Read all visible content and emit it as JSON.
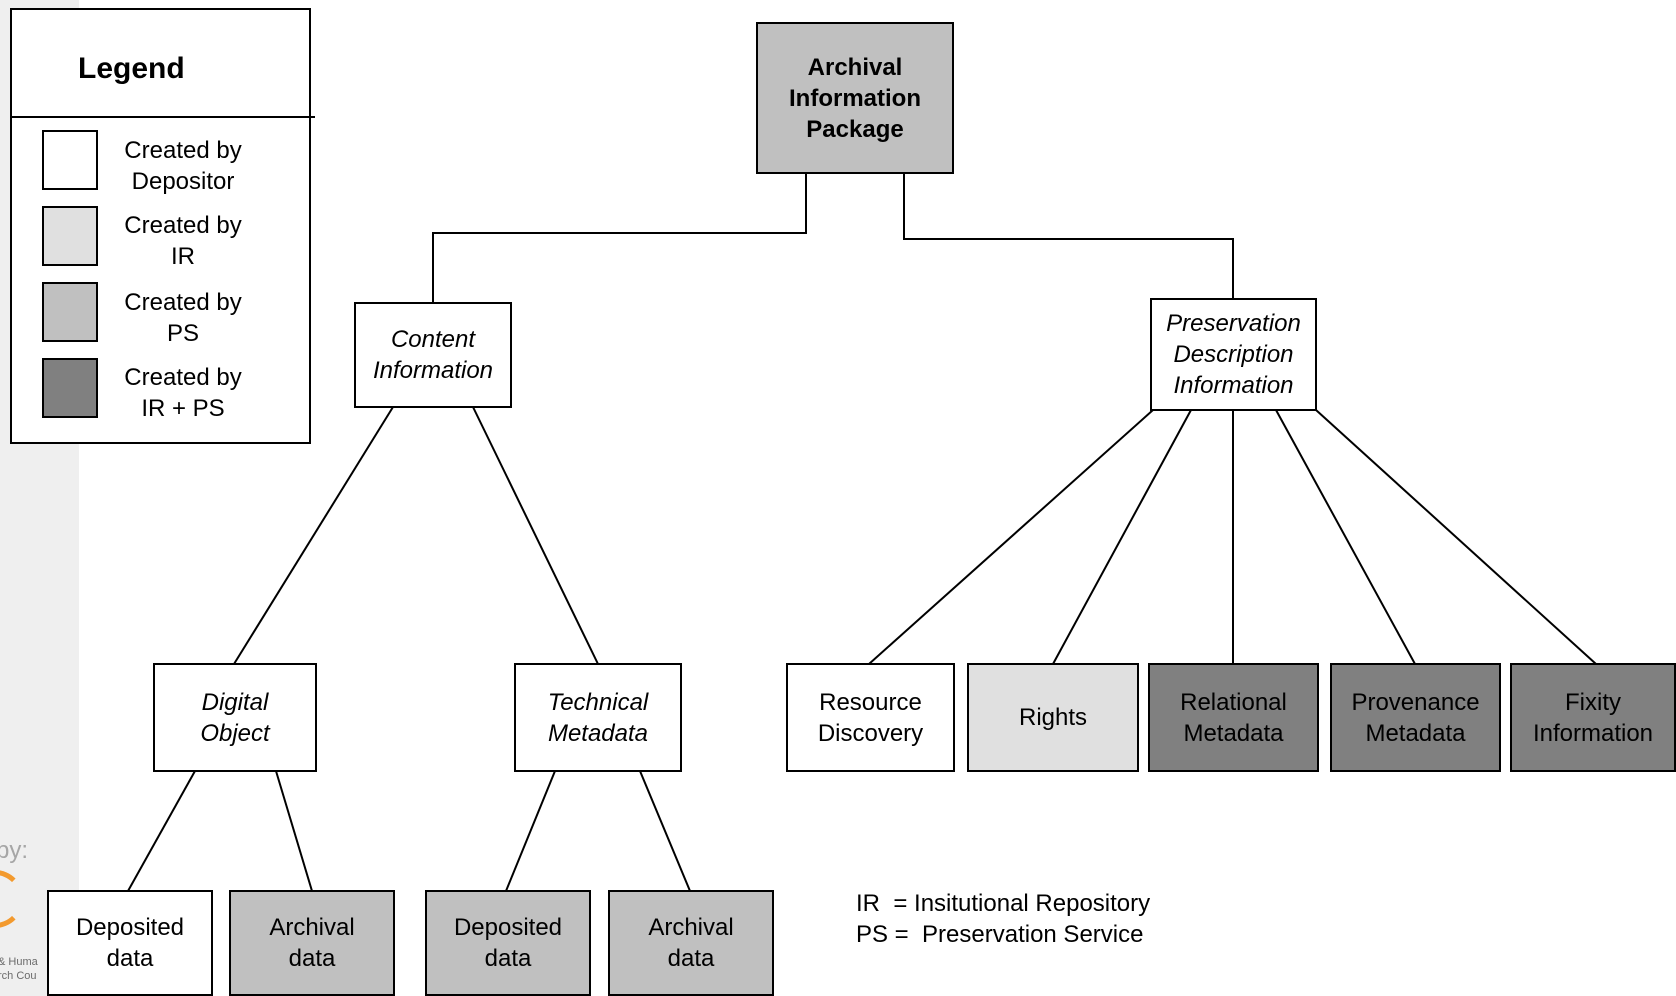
{
  "legend": {
    "title": "Legend",
    "items": [
      {
        "label": "Created by\nDepositor",
        "color": "#ffffff"
      },
      {
        "label": "Created by\nIR",
        "color": "#e0e0e0"
      },
      {
        "label": "Created by\nPS",
        "color": "#c0c0c0"
      },
      {
        "label": "Created by\nIR + PS",
        "color": "#808080"
      }
    ]
  },
  "nodes": {
    "aip": "Archival\nInformation\nPackage",
    "content_information": "Content\nInformation",
    "pdi": "Preservation\nDescription\nInformation",
    "digital_object": "Digital\nObject",
    "technical_metadata": "Technical\nMetadata",
    "resource_discovery": "Resource\nDiscovery",
    "rights": "Rights",
    "relational_metadata": "Relational\nMetadata",
    "provenance_metadata": "Provenance\nMetadata",
    "fixity_information": "Fixity\nInformation",
    "do_deposited_data": "Deposited\ndata",
    "do_archival_data": "Archival\ndata",
    "tm_deposited_data": "Deposited\ndata",
    "tm_archival_data": "Archival\ndata"
  },
  "abbreviations": [
    "IR  = Insitutional Repository",
    "PS =  Preservation Service"
  ],
  "sidebar": {
    "by_text": "by:",
    "logo_line1": "& Huma",
    "logo_line2": "rch Cou"
  }
}
